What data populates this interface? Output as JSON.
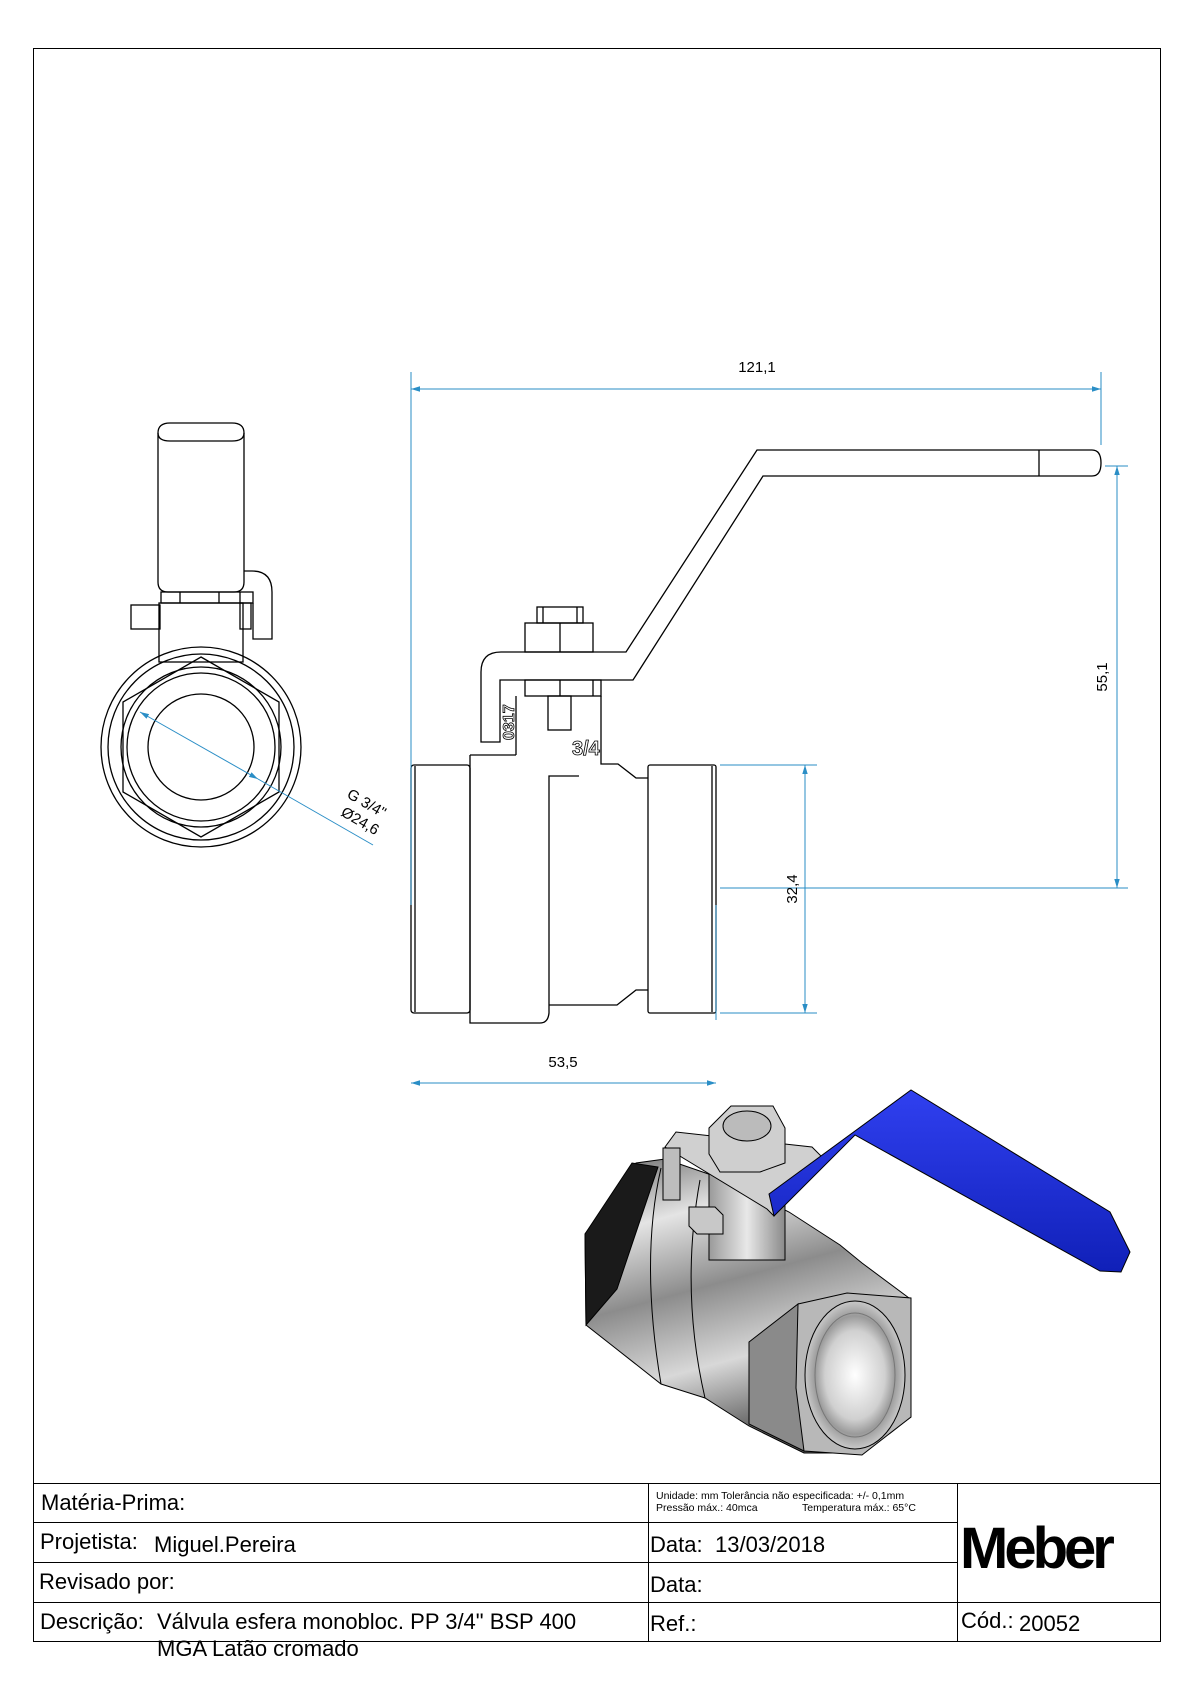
{
  "dimensions": {
    "overall_length": "121,1",
    "handle_height": "55,1",
    "body_height": "32,4",
    "body_length": "53,5",
    "thread": "G 3/4\"",
    "thread_diameter": "Ø24,6"
  },
  "body_markings": {
    "code": "0317",
    "size": "3/4"
  },
  "title_block": {
    "materia_prima_label": "Matéria-Prima:",
    "projetista_label": "Projetista:",
    "projetista_value": "Miguel.Pereira",
    "revisado_label": "Revisado por:",
    "descricao_label": "Descrição:",
    "descricao_line1": "Válvula esfera monobloc. PP 3/4\" BSP 400",
    "descricao_line2": "MGA Latão cromado",
    "spec_line1": "Unidade: mm Tolerância não especificada: +/- 0,1mm",
    "spec_pressao": "Pressão máx.: 40mca",
    "spec_temperatura": "Temperatura máx.: 65°C",
    "data_label": "Data:",
    "data_value": "13/03/2018",
    "data2_label": "Data:",
    "ref_label": "Ref.:",
    "cod_label": "Cód.:",
    "cod_value": "20052",
    "logo": "Meber"
  },
  "colors": {
    "dimension": "#2a8ec6",
    "handle": "#1c2ce0"
  }
}
